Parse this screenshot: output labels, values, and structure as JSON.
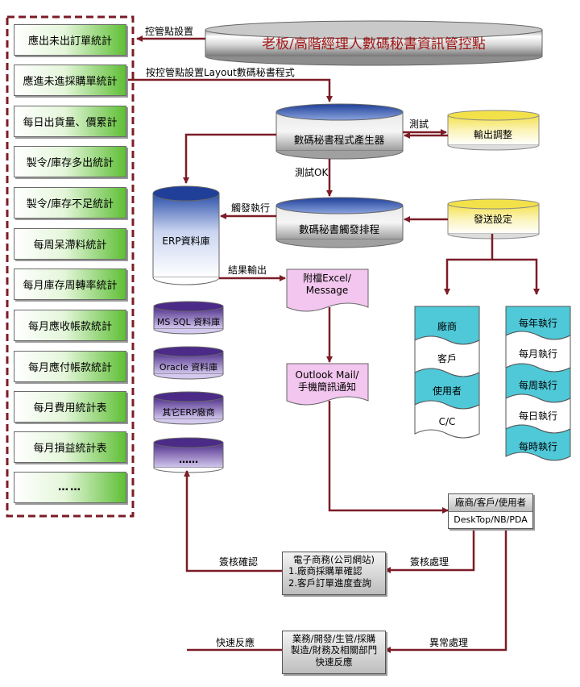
{
  "title": "老板/高階經理人數碼秘書資訊管控點",
  "sidebar": {
    "items": [
      "應出未出訂單統計",
      "應進未進採購單統計",
      "每日出貨量、價累計",
      "製令/庫存多出統計",
      "製令/庫存不足統計",
      "每周呆滯料統計",
      "每月庫存周轉率統計",
      "每月應收帳款統計",
      "每月應付帳款統計",
      "每月費用統計表",
      "每月損益統計表",
      "……"
    ]
  },
  "labels": {
    "control_point_setup": "控管點設置",
    "layout_program": "按控管點設置Layout數碼秘書程式",
    "test": "測試",
    "test_ok": "測試OK",
    "trigger_run": "觸發執行",
    "result_output": "結果輸出",
    "approve_confirm": "簽核確認",
    "approve_process": "簽核處理",
    "quick_feedback": "快速反應",
    "exception_process": "異常處理"
  },
  "nodes": {
    "generator": "數碼秘書程式產生器",
    "output_adjust": "輸出調整",
    "scheduler": "數碼秘書觸發排程",
    "send_setting": "發送設定",
    "erp_db": "ERP資料庫",
    "ms_sql": "MS SQL 資料庫",
    "oracle": "Oracle 資料庫",
    "other_erp": "其它ERP廠商",
    "more_db": "……",
    "attach_line1": "附檔Excel/",
    "attach_line2": "Message",
    "notify_line1": "Outlook Mail/",
    "notify_line2": "手機簡訊通知",
    "recipients_header": "廠商/客戶/使用者",
    "recipients_devices": "DeskTop/NB/PDA",
    "ecommerce_title": "電子商務(公司網站)",
    "ecommerce_line1": "1.廠商採購單確認",
    "ecommerce_line2": "2.客戶訂單進度查詢",
    "dept_line1": "業務/開發/生管/採購",
    "dept_line2": "製造/財務及相關部門",
    "dept_line3": "快速反應"
  },
  "recipient_list": [
    "廠商",
    "客戶",
    "使用者",
    "C/C"
  ],
  "frequency_list": [
    "每年執行",
    "每月執行",
    "每周執行",
    "每日執行",
    "每時執行"
  ],
  "colors": {
    "arrow": "#7b1c27",
    "sidebar_border": "#7b1c27",
    "green": "#5fbf36",
    "pink": "#f2c6ee",
    "yellow": "#f2e04a",
    "cyan": "#4fc8d8",
    "db_blue": "#3c5bb4",
    "db_purple": "#5a3c9a",
    "title_red": "#a01818"
  }
}
